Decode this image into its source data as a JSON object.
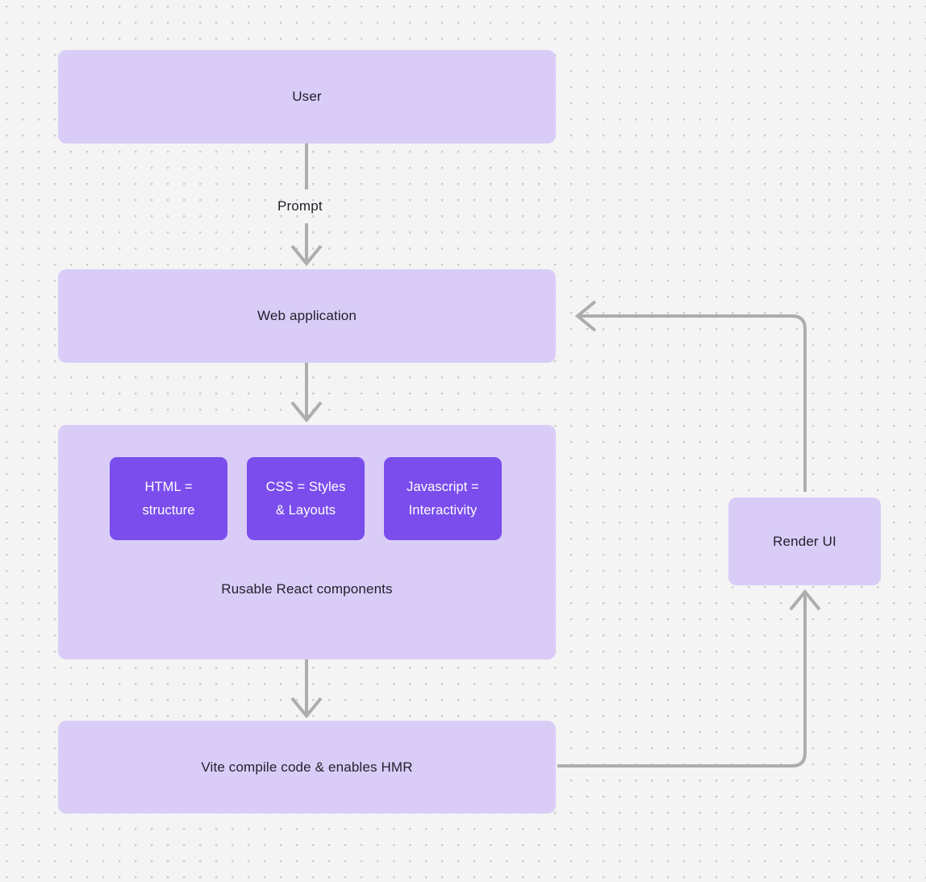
{
  "canvas": {
    "background_color": "#f4f4f4",
    "dot_color": "#c9c9c9",
    "node_fill": "#d9cdf8",
    "chip_fill": "#7b4ded",
    "edge_color": "#adadad",
    "text_color": "#23202b",
    "chip_text_color": "#ffffff"
  },
  "nodes": {
    "user": {
      "label": "User"
    },
    "web_application": {
      "label": "Web application"
    },
    "components_group": {
      "caption": "Rusable React components",
      "chips": [
        {
          "line1": "HTML =",
          "line2": "structure"
        },
        {
          "line1": "CSS = Styles",
          "line2": "& Layouts"
        },
        {
          "line1": "Javascript =",
          "line2": "Interactivity"
        }
      ]
    },
    "vite": {
      "label": "Vite compile code & enables HMR"
    },
    "render_ui": {
      "label": "Render UI"
    }
  },
  "edges": [
    {
      "id": "user-to-web",
      "label": "Prompt"
    },
    {
      "id": "web-to-components",
      "label": ""
    },
    {
      "id": "components-to-vite",
      "label": ""
    },
    {
      "id": "vite-to-render",
      "label": ""
    },
    {
      "id": "render-to-web",
      "label": ""
    }
  ]
}
